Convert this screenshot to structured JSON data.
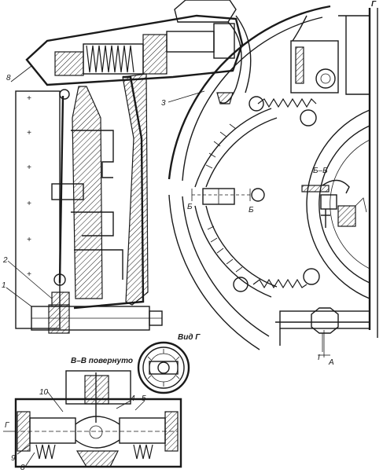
{
  "labels": {
    "l8_top": "8",
    "l3": "3",
    "l2": "2",
    "l1": "1",
    "section_bb": "Б–Б",
    "b_left": "Б",
    "b_right": "Б",
    "view_g": "Вид Г",
    "section_vv": "В–В повернуто",
    "l10": "10",
    "l4": "4",
    "l5": "5",
    "lG": "Г",
    "l9": "9",
    "l8_bottom": "8",
    "lA": "А",
    "lI": "I",
    "lG_top": "Г"
  },
  "colors": {
    "ink": "#1a1a1a",
    "paper": "#ffffff"
  }
}
